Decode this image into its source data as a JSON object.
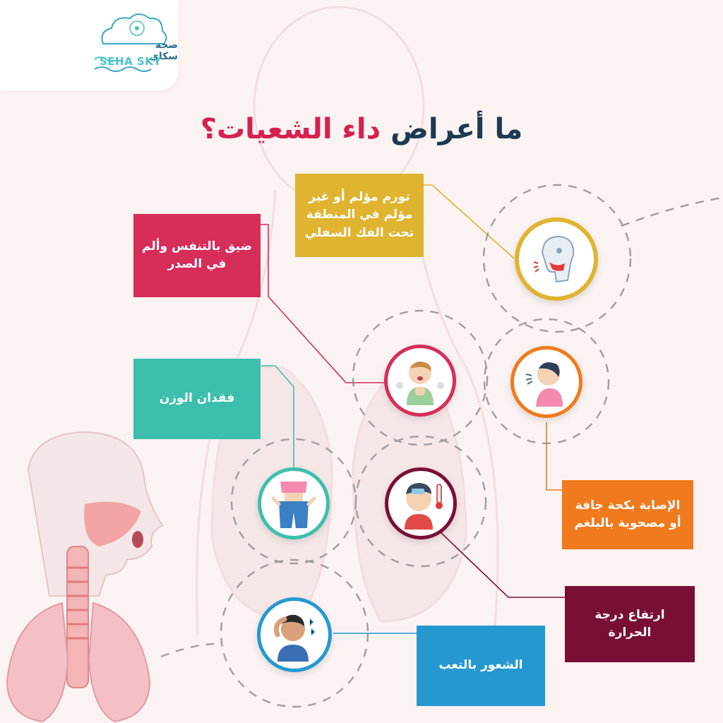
{
  "logo": {
    "name_ar": "صحة سكاي",
    "name_en": "SEHA SKY"
  },
  "title": {
    "part1": "ما أعراض",
    "part2": "داء الشعيات؟"
  },
  "symptoms": [
    {
      "label": "تورم مؤلم أو غير مؤلم في المنطقة تحت الفك السفلي",
      "color": "#e0b430",
      "icon": "jaw-pain-icon"
    },
    {
      "label": "ضيق بالتنفس وألم في الصدر",
      "color": "#d62d59",
      "icon": "breathing-difficulty-icon"
    },
    {
      "label": "فقدان الوزن",
      "color": "#3dbfad",
      "icon": "weight-loss-icon"
    },
    {
      "label": "الإصابة بكحة جافة أو مصحوبة بالبلغم",
      "color": "#f07a1d",
      "icon": "cough-icon"
    },
    {
      "label": "ارتفاع درجة الحرارة",
      "color": "#7a0f36",
      "icon": "fever-icon"
    },
    {
      "label": "الشعور بالتعب",
      "color": "#2598d0",
      "icon": "fatigue-icon"
    }
  ]
}
